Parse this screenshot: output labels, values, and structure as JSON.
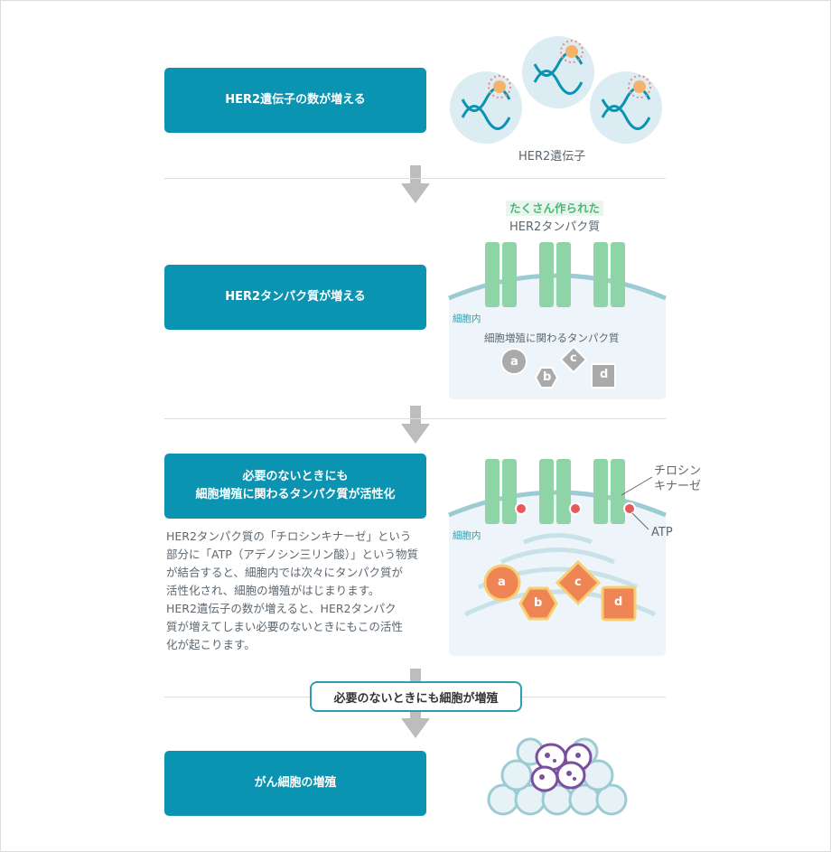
{
  "steps": [
    {
      "label": "HER2遺伝子の数が増える"
    },
    {
      "label": "HER2タンパク質が増える"
    },
    {
      "label_line1": "必要のないときにも",
      "label_line2": "細胞増殖に関わるタンパク質が活性化"
    },
    {
      "label": "がん細胞の増殖"
    }
  ],
  "panel1": {
    "caption": "HER2遺伝子"
  },
  "panel2": {
    "highlight": "たくさん作られた",
    "title": "HER2タンパク質",
    "inside_label": "細胞内",
    "proteins_label": "細胞増殖に関わるタンパク質",
    "proteins": [
      "a",
      "b",
      "c",
      "d"
    ]
  },
  "panel3": {
    "kinase_label_line1": "チロシン",
    "kinase_label_line2": "キナーゼ",
    "atp_label": "ATP",
    "inside_label": "細胞内",
    "proteins": [
      "a",
      "b",
      "c",
      "d"
    ]
  },
  "description": [
    "HER2タンパク質の「チロシンキナーゼ」という",
    "部分に「ATP（アデノシン三リン酸）」という物質",
    "が結合すると、細胞内では次々にタンパク質が",
    "活性化され、細胞の増殖がはじまります。",
    "HER2遺伝子の数が増えると、HER2タンパク",
    "質が増えてしまい必要のないときにもこの活性",
    "化が起こります。"
  ],
  "arrow_label": "必要のないときにも細胞が増殖",
  "colors": {
    "step": "#0a94b2",
    "receptor": "#8ed4a6",
    "active": "#ef8455",
    "cancer": "#7b4fa0",
    "inactive": "#aaaaaa"
  }
}
